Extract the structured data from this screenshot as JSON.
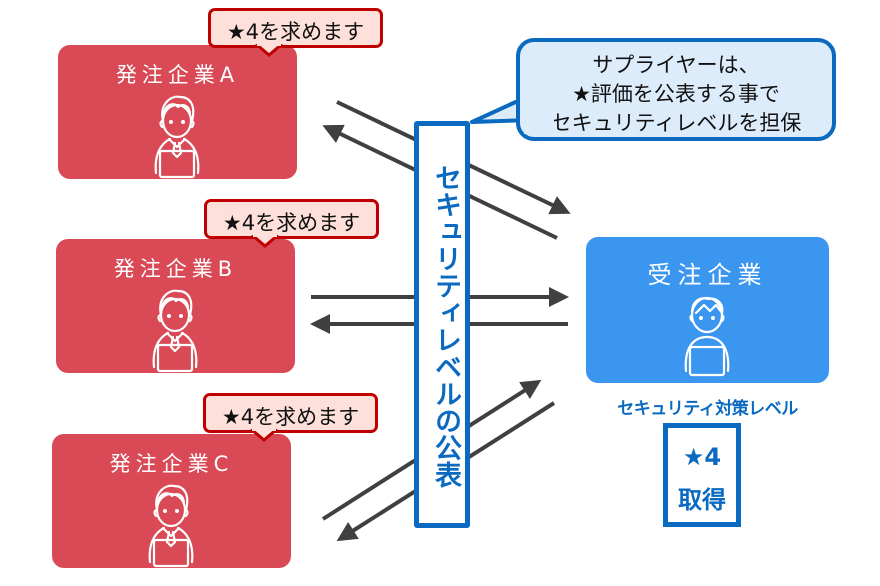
{
  "colors": {
    "client_red": "#d94a56",
    "request_border": "#c00000",
    "request_fill": "#fde0da",
    "brand_blue": "#0a6abf",
    "supplier_blue": "#3b96f0",
    "bubble_fill": "#dcecfb",
    "arrow": "#404040"
  },
  "clients": [
    {
      "name": "発注企業A",
      "request": "★4を求めます",
      "icon": "person-with-laptop-icon"
    },
    {
      "name": "発注企業B",
      "request": "★4を求めます",
      "icon": "person-with-laptop-icon"
    },
    {
      "name": "発注企業C",
      "request": "★4を求めます",
      "icon": "person-with-laptop-icon"
    }
  ],
  "publication": {
    "label": "セキュリティレベルの公表"
  },
  "supplier_note": {
    "lines": [
      "サプライヤーは、",
      "★評価を公表する事で",
      "セキュリティレベルを担保"
    ]
  },
  "supplier": {
    "name": "受注企業",
    "icon": "person-with-laptop-icon",
    "level_label": "セキュリティ対策レベル",
    "badge_line1": "★4",
    "badge_line2": "取得"
  },
  "flows": [
    {
      "from": "発注企業A",
      "to": "受注企業",
      "bidirectional": true
    },
    {
      "from": "発注企業B",
      "to": "受注企業",
      "bidirectional": true
    },
    {
      "from": "発注企業C",
      "to": "受注企業",
      "bidirectional": true
    }
  ]
}
